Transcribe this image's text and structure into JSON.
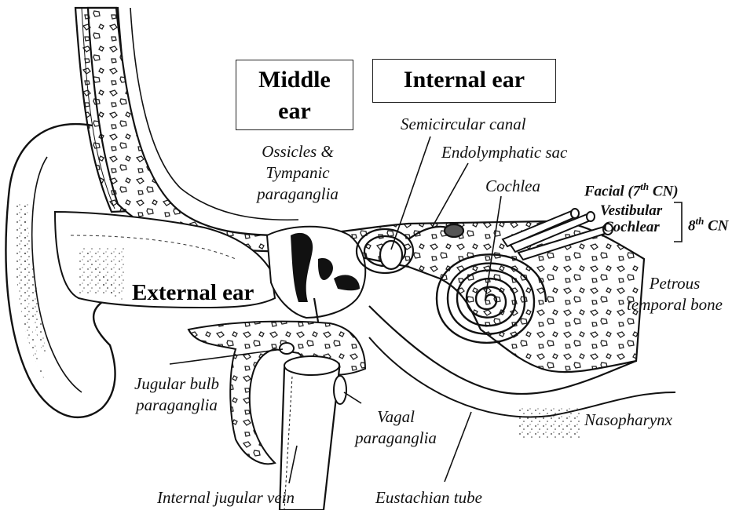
{
  "regions": {
    "middle_ear": "Middle ear",
    "internal_ear": "Internal ear",
    "external_ear": "External ear"
  },
  "labels": {
    "semicircular_canal": "Semicircular canal",
    "endolymphatic_sac": "Endolymphatic sac",
    "ossicles_line1": "Ossicles &",
    "ossicles_line2": "Tympanic",
    "ossicles_line3": "paraganglia",
    "cochlea": "Cochlea",
    "facial_prefix": "Facial (7",
    "facial_sup": "th",
    "facial_suffix": " CN)",
    "vestibular": "Vestibular",
    "cochlear": "Cochlear",
    "eighth_prefix": "8",
    "eighth_sup": "th",
    "eighth_suffix": " CN",
    "petrous_line1": "Petrous",
    "petrous_line2": "temporal bone",
    "jugular_bulb_line1": "Jugular bulb",
    "jugular_bulb_line2": "paraganglia",
    "vagal_line1": "Vagal",
    "vagal_line2": "paraganglia",
    "nasopharynx": "Nasopharynx",
    "internal_jugular_vein": "Internal jugular vein",
    "eustachian_tube": "Eustachian tube"
  }
}
